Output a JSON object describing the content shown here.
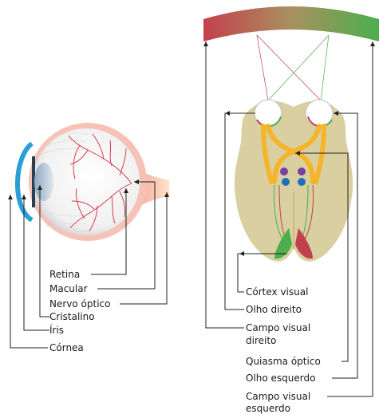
{
  "eye_labels": {
    "retina": "Retina",
    "macular": "Macular",
    "nervo_optico": "Nervo óptico",
    "cristalino": "Cristalino",
    "iris": "Íris",
    "cornea": "Córnea"
  },
  "brain_labels": {
    "cortex_visual": "Córtex visual",
    "olho_direito": "Olho direito",
    "campo_visual_direito_1": "Campo visual",
    "campo_visual_direito_2": "direito",
    "quiasma_optico": "Quiasma óptico",
    "olho_esquerdo": "Olho esquerdo",
    "campo_visual_esquerdo_1": "Campo visual",
    "campo_visual_esquerdo_2": "esquerdo"
  },
  "colors": {
    "field_left": "#c0404b",
    "field_right": "#4cae4c",
    "optic_tract": "#f5b52b",
    "brain_tissue": "#d9cfa0",
    "vessel": "#d42a3a",
    "leader_line": "#222222"
  }
}
